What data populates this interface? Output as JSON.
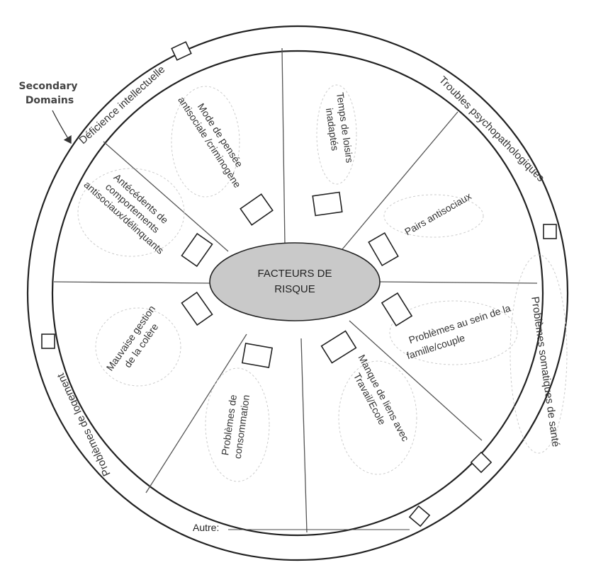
{
  "annotation": {
    "text_line1": "Secondary",
    "text_line2": "Domains"
  },
  "center": {
    "line1": "FACTEURS DE",
    "line2": "RISQUE"
  },
  "inner_sectors": {
    "mode_pensee": [
      "Mode de pensée",
      "antisociale /criminogène"
    ],
    "temps_loisirs": [
      "Temps de loisirs",
      "inadaptés"
    ],
    "pairs": [
      "Pairs antisociaux"
    ],
    "famille": [
      "Problèmes au sein de la",
      "famille/couple"
    ],
    "travail": [
      "Manque de liens avec",
      "Travail/Ecole"
    ],
    "consommation": [
      "Problèmes de",
      "consommation"
    ],
    "colere": [
      "Mauvaise gestion",
      "de la colère"
    ],
    "antecedents": [
      "Antécédents de",
      "comportements",
      "antisociaux/délinquants"
    ]
  },
  "outer_ring": {
    "deficience": "Déficience intellectuelle",
    "troubles": "Troubles psychopathologiques",
    "somatiques": "Problèmes somatiques de santé",
    "logement": "Problèmes de logement"
  },
  "autre": {
    "label": "Autre:"
  },
  "colors": {
    "center_fill": "#c9c9c9",
    "line": "#222222",
    "arrow": "#333333"
  }
}
